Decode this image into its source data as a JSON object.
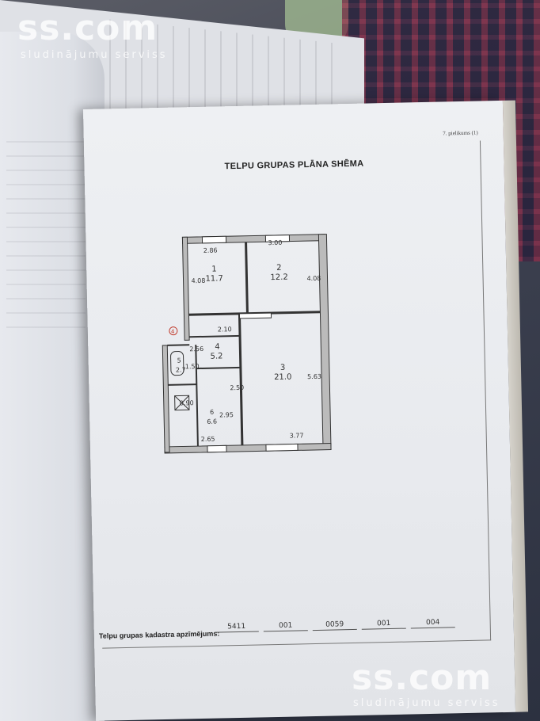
{
  "document": {
    "page_label": "7. pielikums (1)",
    "title": "TELPU GRUPAS PLĀNA SHĒMA",
    "cadastre_label": "Telpu grupas kadastra apzīmējums:",
    "cadastre_fields": [
      "5411",
      "001",
      "0059",
      "001",
      "004"
    ]
  },
  "plan": {
    "rooms": [
      {
        "number": "1",
        "area": "11.7"
      },
      {
        "number": "2",
        "area": "12.2"
      },
      {
        "number": "3",
        "area": "21.0"
      },
      {
        "number": "4",
        "area": "5.2"
      },
      {
        "number": "5",
        "area": "2.7"
      },
      {
        "number": "6",
        "area": "6.6"
      }
    ],
    "dimensions": {
      "d1": "2.86",
      "d2": "3.00",
      "d3": "4.08",
      "d4": "4.08",
      "d5": "2.10",
      "d6": "2.56",
      "d7": "5.63",
      "d8": "3.77",
      "d9": "2.65",
      "d10": "1.50",
      "d11": "0.90",
      "d12": "2.50",
      "d13": "2.95"
    },
    "marker": "4"
  },
  "watermark": {
    "brand": "ss.com",
    "tagline": "sludinājumu serviss"
  }
}
